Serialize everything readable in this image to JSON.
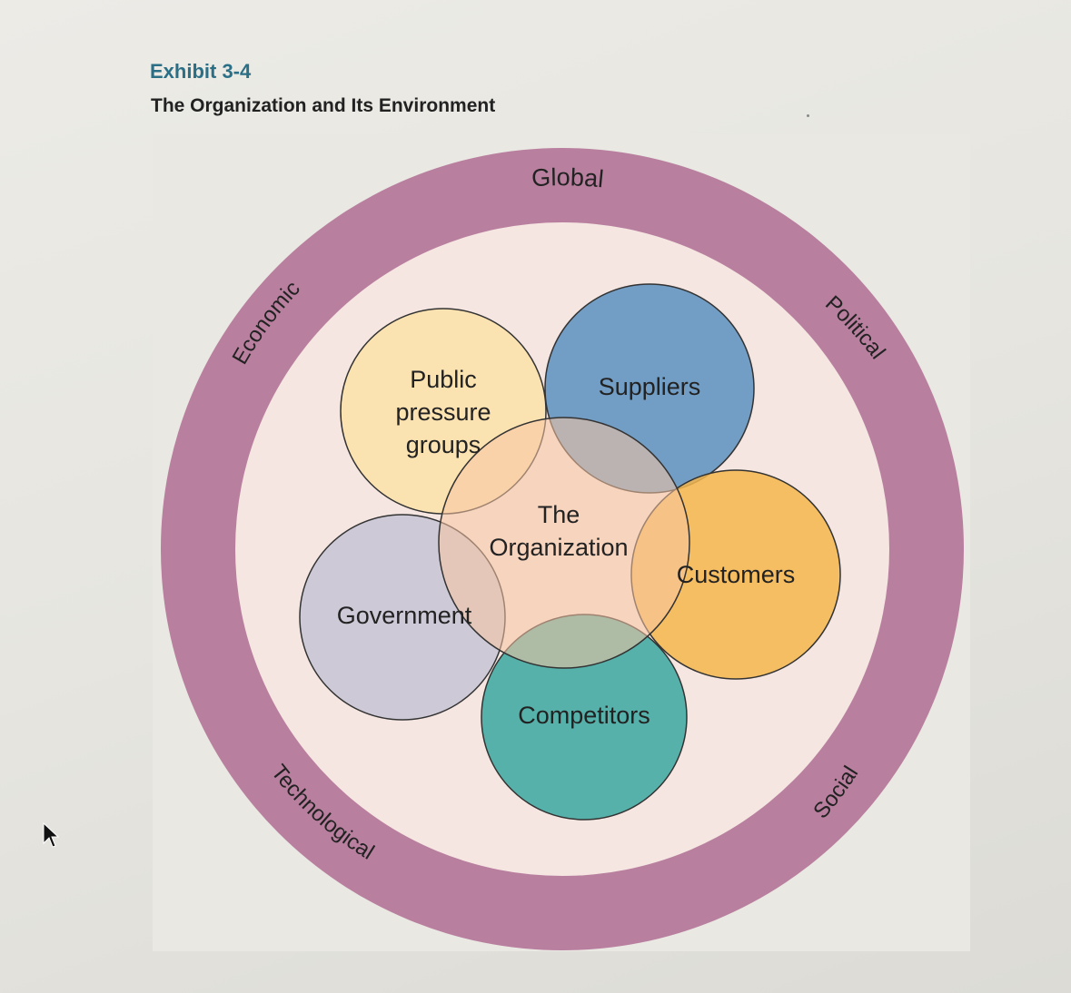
{
  "header": {
    "exhibit_label": "Exhibit 3-4",
    "title": "The Organization and Its Environment"
  },
  "diagram": {
    "outer_ring_labels": {
      "global": "Global",
      "political": "Political",
      "social": "Social",
      "technological": "Technological",
      "economic": "Economic"
    },
    "center": {
      "line1": "The",
      "line2": "Organization"
    },
    "stakeholders": {
      "public_pressure_groups": [
        "Public",
        "pressure",
        "groups"
      ],
      "suppliers": "Suppliers",
      "customers": "Customers",
      "competitors": "Competitors",
      "government": "Government"
    }
  },
  "colors": {
    "ring": "#b97f9f",
    "inner_field": "#f5e6e1",
    "public_pressure_groups": "#fbe0a8",
    "suppliers": "#5b8fbe",
    "customers": "#f4b64c",
    "competitors": "#3aa7a0",
    "government": "#c5c3d3",
    "organization": "#f8c4a2",
    "exhibit_label": "#2b6f86"
  },
  "icons": {
    "cursor": "mouse-pointer-icon"
  }
}
